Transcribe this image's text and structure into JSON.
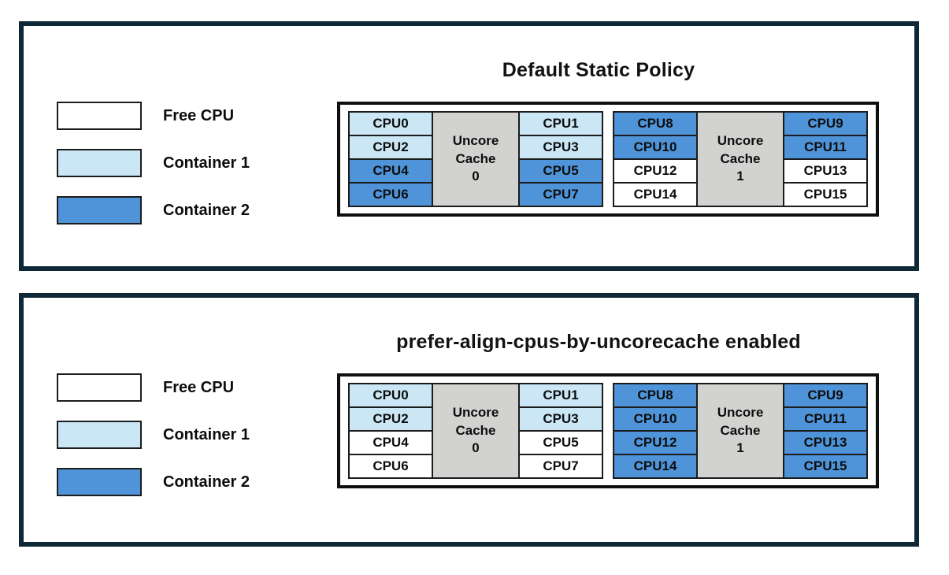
{
  "colors": {
    "free": "#ffffff",
    "container1": "#cbe7f6",
    "container2": "#4f94d9",
    "cache_bg": "#d2d2d0",
    "panel_border": "#0e2836",
    "cell_border": "#1c1c1c"
  },
  "legend": {
    "items": [
      {
        "label": "Free CPU",
        "state": "free"
      },
      {
        "label": "Container 1",
        "state": "container1"
      },
      {
        "label": "Container 2",
        "state": "container2"
      }
    ]
  },
  "panels": [
    {
      "title": "Default Static Policy",
      "groups": [
        {
          "cache_label": "Uncore\nCache\n0",
          "left_cpus": [
            {
              "label": "CPU0",
              "state": "container1"
            },
            {
              "label": "CPU2",
              "state": "container1"
            },
            {
              "label": "CPU4",
              "state": "container2"
            },
            {
              "label": "CPU6",
              "state": "container2"
            }
          ],
          "right_cpus": [
            {
              "label": "CPU1",
              "state": "container1"
            },
            {
              "label": "CPU3",
              "state": "container1"
            },
            {
              "label": "CPU5",
              "state": "container2"
            },
            {
              "label": "CPU7",
              "state": "container2"
            }
          ]
        },
        {
          "cache_label": "Uncore\nCache\n1",
          "left_cpus": [
            {
              "label": "CPU8",
              "state": "container2"
            },
            {
              "label": "CPU10",
              "state": "container2"
            },
            {
              "label": "CPU12",
              "state": "free"
            },
            {
              "label": "CPU14",
              "state": "free"
            }
          ],
          "right_cpus": [
            {
              "label": "CPU9",
              "state": "container2"
            },
            {
              "label": "CPU11",
              "state": "container2"
            },
            {
              "label": "CPU13",
              "state": "free"
            },
            {
              "label": "CPU15",
              "state": "free"
            }
          ]
        }
      ]
    },
    {
      "title": "prefer-align-cpus-by-uncorecache enabled",
      "groups": [
        {
          "cache_label": "Uncore\nCache\n0",
          "left_cpus": [
            {
              "label": "CPU0",
              "state": "container1"
            },
            {
              "label": "CPU2",
              "state": "container1"
            },
            {
              "label": "CPU4",
              "state": "free"
            },
            {
              "label": "CPU6",
              "state": "free"
            }
          ],
          "right_cpus": [
            {
              "label": "CPU1",
              "state": "container1"
            },
            {
              "label": "CPU3",
              "state": "container1"
            },
            {
              "label": "CPU5",
              "state": "free"
            },
            {
              "label": "CPU7",
              "state": "free"
            }
          ]
        },
        {
          "cache_label": "Uncore\nCache\n1",
          "left_cpus": [
            {
              "label": "CPU8",
              "state": "container2"
            },
            {
              "label": "CPU10",
              "state": "container2"
            },
            {
              "label": "CPU12",
              "state": "container2"
            },
            {
              "label": "CPU14",
              "state": "container2"
            }
          ],
          "right_cpus": [
            {
              "label": "CPU9",
              "state": "container2"
            },
            {
              "label": "CPU11",
              "state": "container2"
            },
            {
              "label": "CPU13",
              "state": "container2"
            },
            {
              "label": "CPU15",
              "state": "container2"
            }
          ]
        }
      ]
    }
  ]
}
